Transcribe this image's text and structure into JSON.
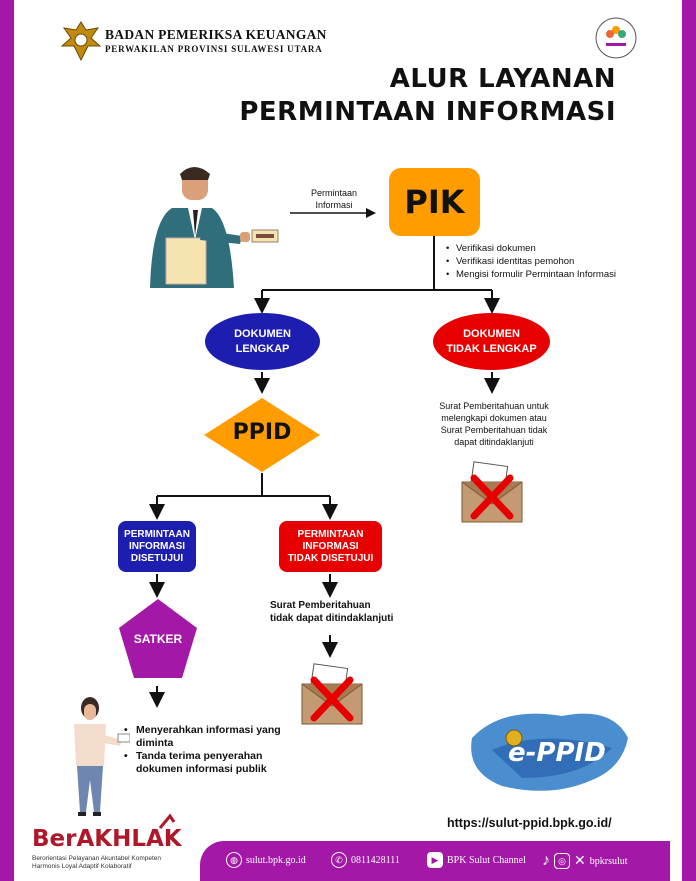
{
  "header": {
    "org_line1": "BADAN PEMERIKSA KEUANGAN",
    "org_line2": "PERWAKILAN PROVINSI SULAWESI UTARA",
    "title_line1": "ALUR LAYANAN",
    "title_line2": "PERMINTAAN INFORMASI"
  },
  "flow": {
    "request_label_1": "Permintaan",
    "request_label_2": "Informasi",
    "pik_label": "PIK",
    "pik_tasks": [
      "Verifikasi dokumen",
      "Verifikasi identitas pemohon",
      "Mengisi formulir Permintaan Informasi"
    ],
    "doc_complete_1": "DOKUMEN",
    "doc_complete_2": "LENGKAP",
    "doc_incomplete_1": "DOKUMEN",
    "doc_incomplete_2": "TIDAK LENGKAP",
    "incomplete_note_1": "Surat Pemberitahuan untuk",
    "incomplete_note_2": "melengkapi dokumen atau",
    "incomplete_note_3": "Surat Pemberitahuan tidak",
    "incomplete_note_4": "dapat ditindaklanjuti",
    "ppid_label": "PPID",
    "approved_1": "PERMINTAAN",
    "approved_2": "INFORMASI",
    "approved_3": "DISETUJUI",
    "rejected_1": "PERMINTAAN",
    "rejected_2": "INFORMASI",
    "rejected_3": "TIDAK DISETUJUI",
    "rejected_note_1": "Surat Pemberitahuan",
    "rejected_note_2": "tidak dapat ditindaklanjuti",
    "satker_label": "SATKER",
    "satker_tasks": [
      "Menyerahkan informasi yang diminta",
      "Tanda terima penyerahan dokumen informasi publik"
    ]
  },
  "eppid": {
    "label": "e-PPID",
    "url": "https://sulut-ppid.bpk.go.id/"
  },
  "berakhlak": {
    "logo": "BerAKHLAK",
    "tagline_1": "Berorientasi Pelayanan Akuntabel Kompeten",
    "tagline_2": "Harmonis Loyal Adaptif Kolaboratif"
  },
  "footer": {
    "website": "sulut.bpk.go.id",
    "phone": "0811428111",
    "youtube": "BPK Sulut Channel",
    "social": "bpkrsulut"
  },
  "colors": {
    "purple": "#a418a8",
    "orange": "#ff9d00",
    "navy": "#1d1db0",
    "red": "#e60000"
  }
}
